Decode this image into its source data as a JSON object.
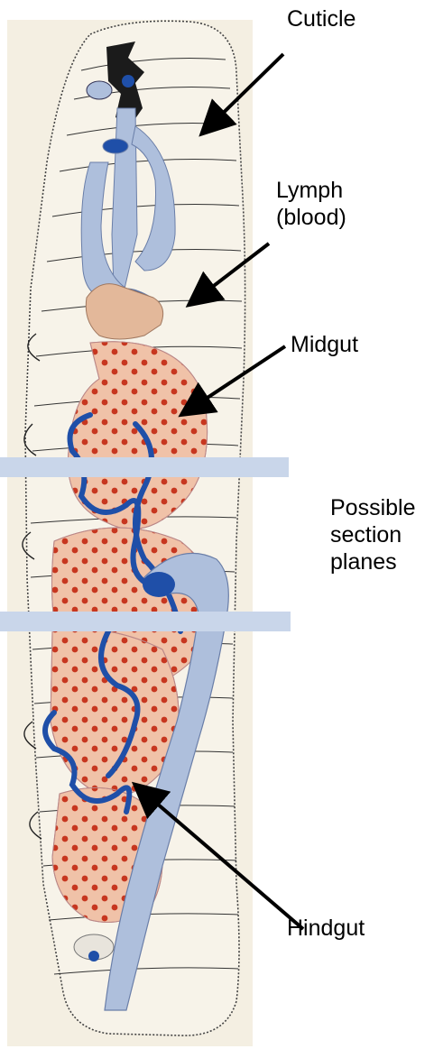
{
  "labels": {
    "cuticle": "Cuticle",
    "lymph": "Lymph\n(blood)",
    "midgut": "Midgut",
    "section_planes": "Possible\nsection\nplanes",
    "hindgut": "Hindgut"
  },
  "colors": {
    "background": "#ffffff",
    "paper": "#f4efe2",
    "body_outline": "#222222",
    "section_plane": "#c9d6ea",
    "hindgut": "#aebfdc",
    "midgut": "#f0c2a8",
    "midgut_dots": "#c7361f",
    "blue_tubule": "#1f4fa8",
    "arrow": "#000000"
  }
}
